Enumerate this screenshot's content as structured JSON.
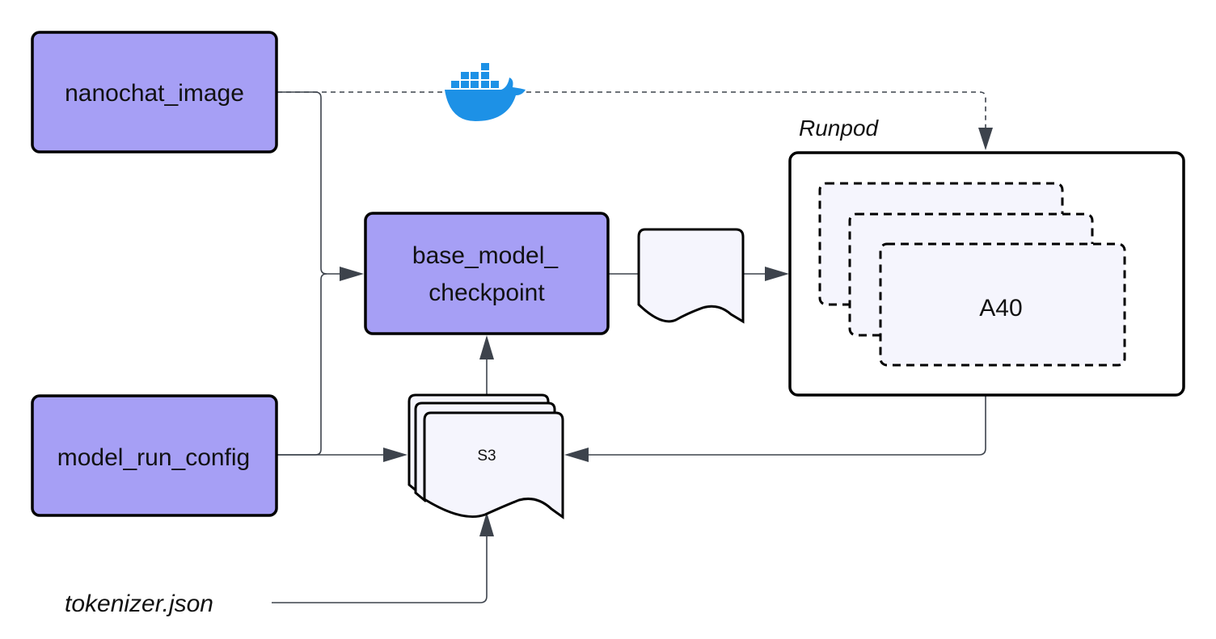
{
  "diagram": {
    "colors": {
      "process_fill": "#a69ff5",
      "document_fill": "#f5f5fd",
      "stroke": "#000000",
      "connector": "#3d434c",
      "docker_blue": "#1d91e6",
      "background": "#ffffff"
    },
    "nodes": {
      "nanochat_image": {
        "label": "nanochat_image",
        "shape": "process"
      },
      "model_run_config": {
        "label": "model_run_config",
        "shape": "process"
      },
      "base_model_checkpoint": {
        "label_line1": "base_model_",
        "label_line2": "checkpoint",
        "shape": "process"
      },
      "checkpoint_document": {
        "label": "",
        "shape": "document"
      },
      "s3": {
        "label": "S3",
        "shape": "multi-document"
      },
      "tokenizer": {
        "label": "tokenizer.json",
        "shape": "text"
      },
      "runpod": {
        "label": "Runpod",
        "shape": "container"
      },
      "a40": {
        "label": "A40",
        "shape": "stacked-dashed-rectangles"
      }
    },
    "icons": {
      "docker": "docker-whale-icon"
    },
    "edges": [
      {
        "from": "nanochat_image",
        "to": "base_model_checkpoint",
        "style": "solid"
      },
      {
        "from": "model_run_config",
        "to": "base_model_checkpoint",
        "style": "solid"
      },
      {
        "from": "model_run_config",
        "to": "s3",
        "style": "solid"
      },
      {
        "from": "s3",
        "to": "base_model_checkpoint",
        "style": "solid"
      },
      {
        "from": "tokenizer",
        "to": "s3",
        "style": "solid"
      },
      {
        "from": "base_model_checkpoint",
        "to": "checkpoint_document",
        "style": "solid"
      },
      {
        "from": "checkpoint_document",
        "to": "runpod",
        "style": "solid"
      },
      {
        "from": "runpod",
        "to": "s3",
        "style": "solid"
      },
      {
        "from": "nanochat_image",
        "to": "runpod",
        "style": "dashed",
        "via": "docker"
      }
    ]
  }
}
